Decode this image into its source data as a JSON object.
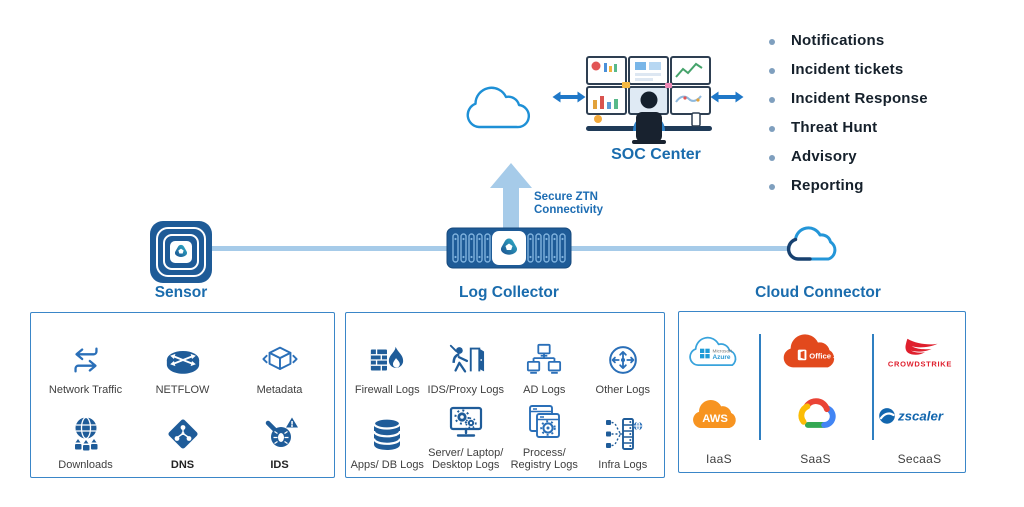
{
  "palette": {
    "primary_blue": "#1f5c99",
    "label_blue": "#1a6cad",
    "line_light_blue": "#a6cbe9",
    "arrow_blue": "#1f78c8",
    "box_border_blue": "#3a86c8",
    "office_red": "#e2491d",
    "aws_orange": "#f79421",
    "crowdstrike_red": "#df1f2d",
    "zscaler_blue": "#1266ae",
    "azure_blue": "#2b99d4",
    "google_blue": "#4285f4",
    "google_red": "#ea4335",
    "google_yellow": "#fbbc05",
    "google_green": "#34a853"
  },
  "soc_center": {
    "label": "SOC Center",
    "outputs": [
      "Notifications",
      "Incident tickets",
      "Incident Response",
      "Threat Hunt",
      "Advisory",
      "Reporting"
    ]
  },
  "connectivity": {
    "line1": "Secure ZTN",
    "line2": "Connectivity"
  },
  "nodes": {
    "sensor": "Sensor",
    "log_collector": "Log Collector",
    "cloud_connector": "Cloud Connector"
  },
  "sensor_box": {
    "items": [
      {
        "label": "Network Traffic",
        "icon": "network-traffic-icon"
      },
      {
        "label": "NETFLOW",
        "icon": "netflow-router-icon"
      },
      {
        "label": "Metadata",
        "icon": "metadata-cube-icon"
      },
      {
        "label": "Downloads",
        "icon": "downloads-globe-icon"
      },
      {
        "label": "DNS",
        "icon": "dns-icon"
      },
      {
        "label": "IDS",
        "icon": "ids-magnifier-icon"
      }
    ]
  },
  "log_collector_box": {
    "items": [
      {
        "label": "Firewall Logs",
        "icon": "firewall-icon"
      },
      {
        "label": "IDS/Proxy Logs",
        "icon": "ids-proxy-door-icon"
      },
      {
        "label": "AD Logs",
        "icon": "active-directory-icon"
      },
      {
        "label": "Other Logs",
        "icon": "other-logs-icon"
      },
      {
        "label": "Apps/ DB Logs",
        "icon": "database-icon"
      },
      {
        "label": "Server/ Laptop/ Desktop Logs",
        "icon": "server-desktop-icon"
      },
      {
        "label": "Process/ Registry Logs",
        "icon": "process-registry-icon"
      },
      {
        "label": "Infra Logs",
        "icon": "infra-logs-icon"
      }
    ]
  },
  "cloud_connector_box": {
    "providers": [
      {
        "name": "Microsoft Azure",
        "icon": "azure-logo",
        "line1": "Microsoft",
        "line2": "Azure"
      },
      {
        "name": "Office 365",
        "icon": "office-365-logo",
        "text": "Office 365"
      },
      {
        "name": "CrowdStrike",
        "icon": "crowdstrike-logo",
        "text": "CROWDSTRIKE"
      },
      {
        "name": "AWS",
        "icon": "aws-logo",
        "text": "AWS"
      },
      {
        "name": "Google Cloud",
        "icon": "google-cloud-logo"
      },
      {
        "name": "Zscaler",
        "icon": "zscaler-logo",
        "text": "zscaler"
      }
    ],
    "categories": [
      "IaaS",
      "SaaS",
      "SecaaS"
    ]
  }
}
